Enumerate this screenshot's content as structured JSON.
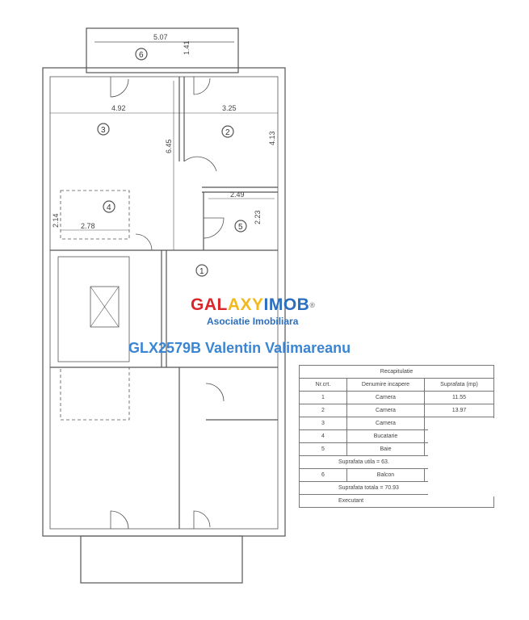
{
  "watermark": {
    "logo_parts": [
      "GAL",
      "AXY",
      "IMOB"
    ],
    "registered": "®",
    "subtitle": "Asociatie Imobiliara",
    "listing_ref": "GLX2579B Valentin Valimareanu",
    "colors": {
      "red": "#d9262b",
      "yellow": "#f2b81c",
      "blue": "#2a6fc0"
    }
  },
  "plan": {
    "room_labels": [
      "6",
      "3",
      "2",
      "4",
      "5",
      "1"
    ],
    "dimensions": {
      "balcony_width": "5.07",
      "balcony_depth": "1.41",
      "room3_width": "4.92",
      "room2_width": "3.25",
      "room2_depth": "4.13",
      "room3_depth": "6.45",
      "bath_width": "2.49",
      "bath_depth": "2.23",
      "kitchen_width": "2.78",
      "kitchen_depth": "2.14"
    }
  },
  "table": {
    "title": "Recapitulatie",
    "headers": [
      "Nr.crt.",
      "Denumire incapere",
      "Suprafata (mp)"
    ],
    "rows": [
      {
        "nr": "1",
        "name": "Camera",
        "area": "11.55"
      },
      {
        "nr": "2",
        "name": "Camera",
        "area": "13.97"
      },
      {
        "nr": "3",
        "name": "Camera",
        "area": ""
      },
      {
        "nr": "4",
        "name": "Bucatarie",
        "area": ""
      },
      {
        "nr": "5",
        "name": "Baie",
        "area": ""
      }
    ],
    "useful_area": "Suprafata utila = 63.",
    "balcony_row": {
      "nr": "6",
      "name": "Balcon",
      "area": ""
    },
    "total_area": "Suprafata totala = 70.93",
    "footer": "Executant"
  }
}
